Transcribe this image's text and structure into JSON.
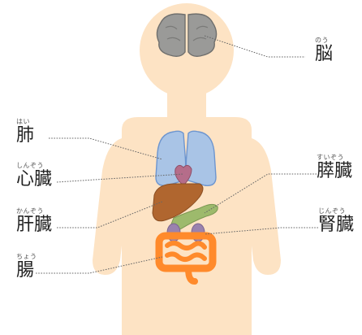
{
  "colors": {
    "body": "#fde3c4",
    "brain": "#9a9a98",
    "lungs": "#a9c4e6",
    "heart": "#b56d8a",
    "liver": "#b0662f",
    "pancreas": "#9dba6c",
    "kidneys": "#9a82ae",
    "intestine": "#ff8a2b",
    "leader": "#666666"
  },
  "organs": [
    {
      "id": "brain",
      "reading": "のう",
      "name": "脳"
    },
    {
      "id": "lungs",
      "reading": "はい",
      "name": "肺"
    },
    {
      "id": "heart",
      "reading": "しんぞう",
      "name": "心臓"
    },
    {
      "id": "pancreas",
      "reading": "すいぞう",
      "name": "膵臓"
    },
    {
      "id": "liver",
      "reading": "かんぞう",
      "name": "肝臓"
    },
    {
      "id": "kidneys",
      "reading": "じんぞう",
      "name": "腎臓"
    },
    {
      "id": "intestine",
      "reading": "ちょう",
      "name": "腸"
    }
  ]
}
